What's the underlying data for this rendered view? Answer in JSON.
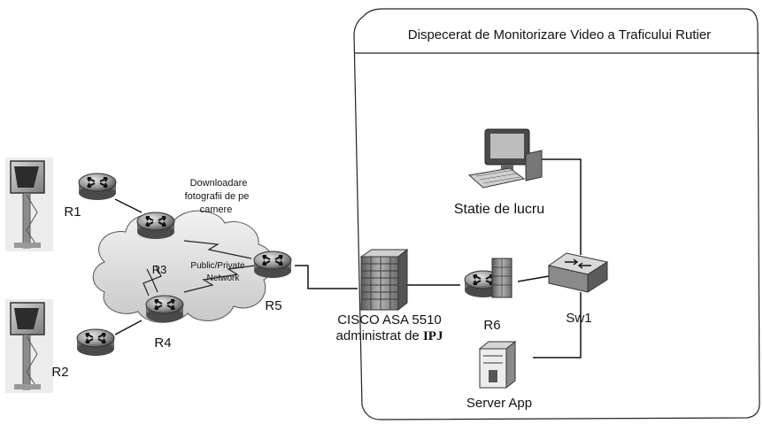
{
  "panel": {
    "title": "Dispecerat de Monitorizare Video a Traficului Rutier"
  },
  "routers": {
    "r1": "R1",
    "r2": "R2",
    "r3": "R3",
    "r4": "R4",
    "r5": "R5",
    "r6": "R6"
  },
  "network": {
    "cloud_line1": "Public/Private",
    "cloud_line2": "Network"
  },
  "annotation": {
    "line1": "Downloadare",
    "line2": "fotografii de pe",
    "line3": "camere"
  },
  "firewall": {
    "line1": "CISCO ASA 5510",
    "line2_prefix": "administrat de ",
    "line2_org": "IPJ"
  },
  "switch_label": "Sw1",
  "workstation_label": "Statie de lucru",
  "server_label": "Server App",
  "icons": {
    "camera": "traffic-camera-icon",
    "router": "router-icon",
    "firewall": "firewall-icon",
    "switch": "switch-icon",
    "workstation": "workstation-icon",
    "server": "server-icon",
    "cloud": "cloud-icon"
  }
}
